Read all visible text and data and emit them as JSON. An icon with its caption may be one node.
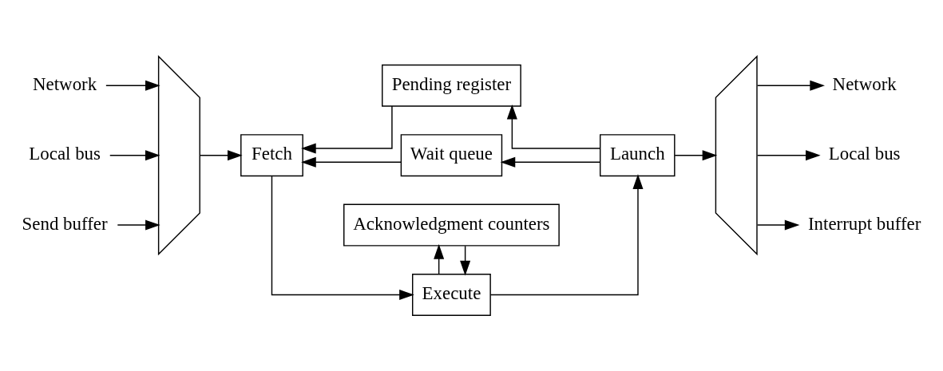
{
  "diagram": {
    "nodes": [
      {
        "text": [
          "Network"
        ]
      },
      {
        "text": [
          "Local bus"
        ]
      },
      {
        "text": [
          "Send buffer"
        ]
      },
      {
        "text": [],
        "shape": "trapezoid"
      },
      {
        "text": [
          "Pending register"
        ]
      },
      {
        "text": [
          "Fetch"
        ]
      },
      {
        "text": [
          "Execute"
        ]
      },
      {
        "text": [
          "Launch"
        ]
      },
      {
        "text": [
          "Acknowledgment counters"
        ]
      },
      {
        "text": [
          "Wait queue"
        ]
      },
      {
        "text": [],
        "shape": "trapezoid"
      },
      {
        "text": [
          "Network"
        ]
      },
      {
        "text": [
          "Local bus"
        ]
      },
      {
        "text": [
          "Interrupt buffer"
        ]
      }
    ],
    "edges": [
      {
        "from": 0,
        "to": 3,
        "arrow": "to"
      },
      {
        "from": 1,
        "to": 3,
        "arrow": "to"
      },
      {
        "from": 2,
        "to": 3,
        "arrow": "to"
      },
      {
        "from": 3,
        "to": 5,
        "arrow": "to"
      },
      {
        "from": 5,
        "to": 6,
        "arrow": "to"
      },
      {
        "from": 6,
        "to": 7,
        "arrow": "to"
      },
      {
        "from": 7,
        "to": 10,
        "arrow": "to"
      },
      {
        "from": 10,
        "to": 11,
        "arrow": "to"
      },
      {
        "from": 10,
        "to": 12,
        "arrow": "to"
      },
      {
        "from": 10,
        "to": 13,
        "arrow": "to"
      },
      {
        "from": 7,
        "to": 4,
        "arrow": "to"
      },
      {
        "from": 4,
        "to": 5,
        "arrow": "to"
      },
      {
        "from": 6,
        "to": 8,
        "arrow": "to"
      },
      {
        "from": 8,
        "to": 6,
        "arrow": "to"
      },
      {
        "from": 7,
        "to": 9,
        "arrow": "to"
      },
      {
        "from": 9,
        "to": 5,
        "arrow": "to"
      }
    ]
  }
}
